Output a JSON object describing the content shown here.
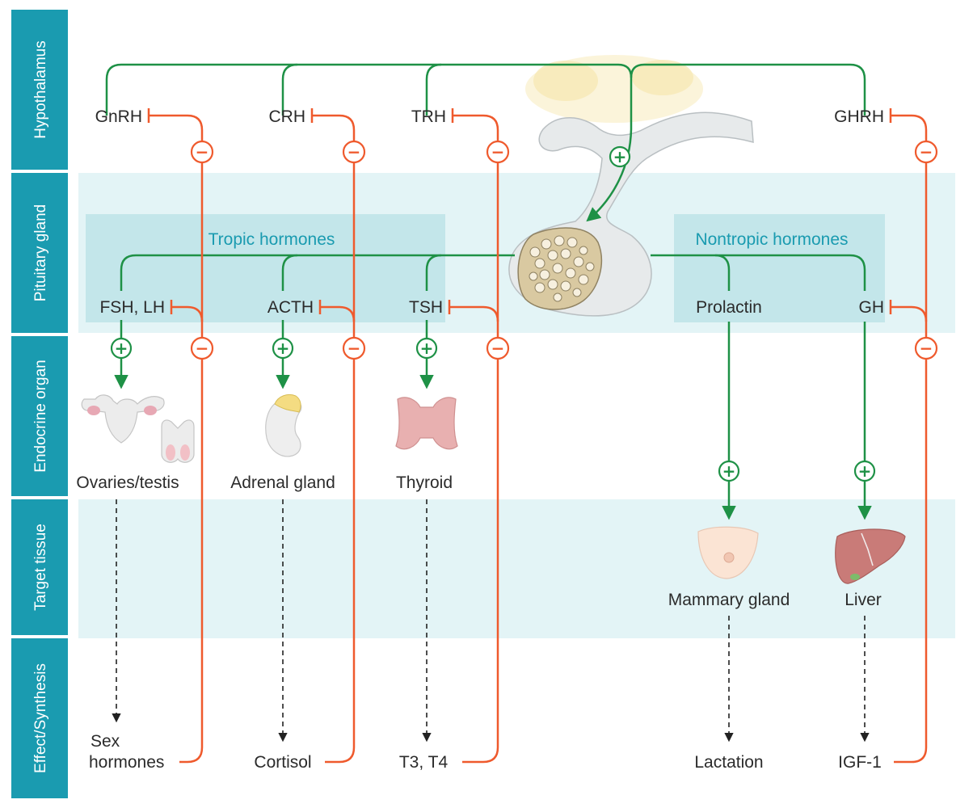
{
  "rows": [
    "Hypothalamus",
    "Pituitary gland",
    "Endocrine organ",
    "Target tissue",
    "Effect/Synthesis"
  ],
  "groups": {
    "tropic": "Tropic hormones",
    "nontropic": "Nontropic hormones"
  },
  "hypothalamic_hormones": [
    "GnRH",
    "CRH",
    "TRH",
    "GHRH"
  ],
  "pituitary_hormones": [
    "FSH, LH",
    "ACTH",
    "TSH",
    "Prolactin",
    "GH"
  ],
  "endocrine_organs": [
    "Ovaries/testis",
    "Adrenal gland",
    "Thyroid"
  ],
  "target_tissues": [
    "Mammary gland",
    "Liver"
  ],
  "effects": {
    "sex_hormones": [
      "Sex",
      "hormones"
    ],
    "others": [
      "Cortisol",
      "T3, T4",
      "Lactation",
      "IGF-1"
    ]
  },
  "symbols": {
    "stimulate": "+",
    "inhibit": "−"
  },
  "colors": {
    "row_band": "#1a9bb0",
    "band_light": "#e3f4f6",
    "group_box": "#c3e6ea",
    "header_text": "#1a9bb0",
    "stimulate": "#1e9146",
    "inhibit": "#ef5a2d"
  },
  "icons": [
    "ovaries-icon",
    "testis-icon",
    "adrenal-gland-icon",
    "thyroid-icon",
    "breast-icon",
    "liver-icon",
    "pituitary-gland-icon"
  ]
}
